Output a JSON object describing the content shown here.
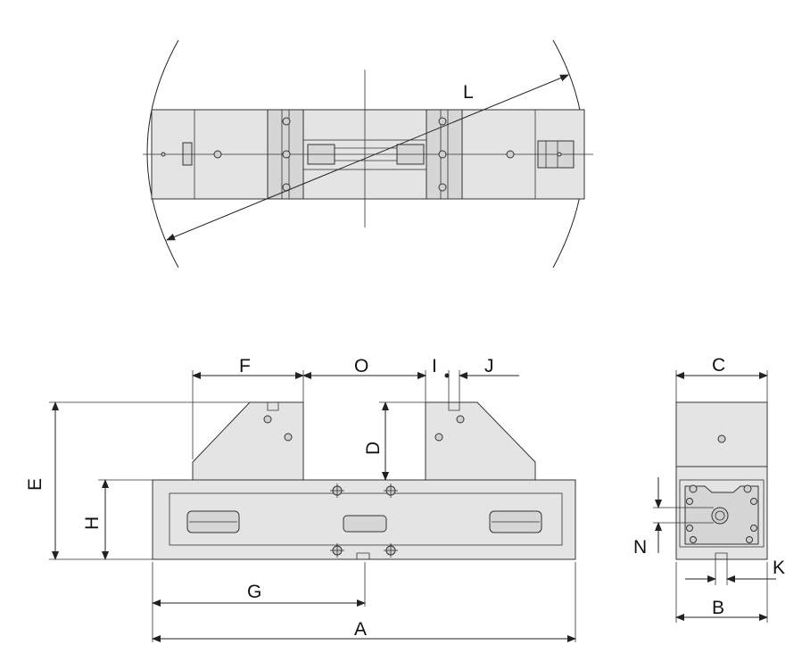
{
  "labels": {
    "L": "L",
    "F": "F",
    "O": "O",
    "I": "I",
    "J": "J",
    "C": "C",
    "E": "E",
    "D": "D",
    "H": "H",
    "G": "G",
    "A": "A",
    "N": "N",
    "K": "K",
    "B": "B"
  }
}
